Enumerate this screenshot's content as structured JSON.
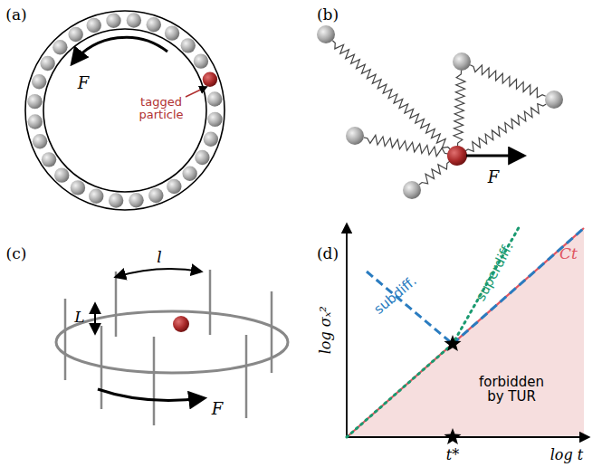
{
  "diagram": {
    "labels": [
      "(a)",
      "F",
      "tagged particle",
      "(b)",
      "F",
      "(c)",
      "L",
      "l",
      "F",
      "(d)",
      "subdiff.",
      "superdiff.",
      "Ct",
      "forbidden by TUR",
      "log σₓ²",
      "log t",
      "t*"
    ]
  }
}
